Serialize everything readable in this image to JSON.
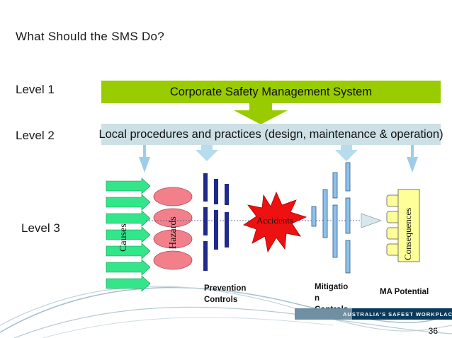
{
  "slide": {
    "title": "What Should the SMS Do?",
    "page_number": "36"
  },
  "levels": {
    "level1": "Level 1",
    "level2": "Level 2",
    "level3": "Level 3"
  },
  "bands": {
    "corporate": "Corporate Safety Management System",
    "local": "Local procedures and practices (design, maintenance & operation)"
  },
  "diagram": {
    "causes": "Causes",
    "hazards": "Hazards",
    "accidents": "Accidents",
    "consequences": "Consequences",
    "prevention": [
      "Prevention",
      "Controls"
    ],
    "mitigation": [
      "Mitigatio",
      "n",
      "Controls"
    ],
    "ma_potential": "MA Potential"
  },
  "branding": {
    "tagline": "AUSTRALIA'S SAFEST WORKPLACES"
  },
  "colors": {
    "green": "#99cc00",
    "light_blue": "#cde0e6",
    "causes": "#33e68a",
    "hazards": "#f2808a",
    "prevention": "#1f2a8a",
    "accidents": "#ee1111",
    "mitigation": "#8ec2ea",
    "consequences": "#ffff99",
    "brand": "#0a3a5c"
  }
}
